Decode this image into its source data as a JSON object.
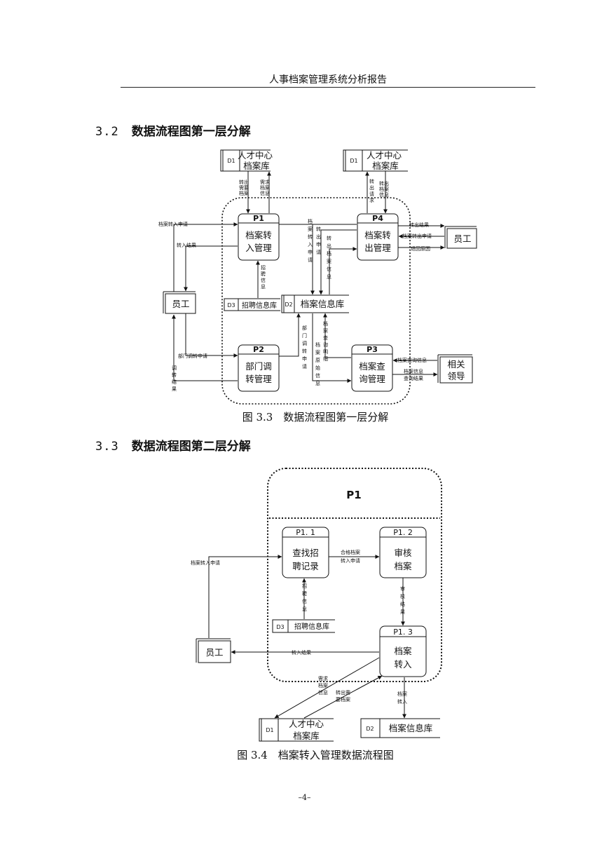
{
  "header": {
    "title": "人事档案管理系统分析报告"
  },
  "sections": [
    {
      "number": "3.2",
      "title": "数据流程图第一层分解"
    },
    {
      "number": "3.3",
      "title": "数据流程图第二层分解"
    }
  ],
  "figure1": {
    "caption": "图 3.3　数据流程图第一层分解",
    "processes": [
      {
        "id": "P1",
        "name_line1": "档案转",
        "name_line2": "入管理"
      },
      {
        "id": "P4",
        "name_line1": "档案转",
        "name_line2": "出管理"
      },
      {
        "id": "P2",
        "name_line1": "部门调",
        "name_line2": "转管理"
      },
      {
        "id": "P3",
        "name_line1": "档案查",
        "name_line2": "询管理"
      }
    ],
    "stores": {
      "d1_left": {
        "id": "D1",
        "line1": "人才中心",
        "line2": "档案库"
      },
      "d1_right": {
        "id": "D1",
        "line1": "人才中心",
        "line2": "档案库"
      },
      "d3": {
        "id": "D3",
        "name": "招聘信息库"
      },
      "d2": {
        "id": "D2",
        "name": "档案信息库"
      }
    },
    "entities": {
      "employee_left": "员工",
      "employee_right": "员工",
      "leader_line1": "相关",
      "leader_line2": "领导"
    },
    "flows": {
      "d1l_out": [
        "转",
        "出",
        "需",
        "要",
        "档",
        "案"
      ],
      "d1l_req": [
        "需",
        "求",
        "档",
        "案",
        "信",
        "息"
      ],
      "d1r_req": [
        "转",
        "出",
        "请",
        "求"
      ],
      "d1r_out": [
        "转",
        "出",
        "档",
        "案",
        "信",
        "息"
      ],
      "transfer_in_request": "档案转入申请",
      "transfer_in_result": "转入结果",
      "recruit_info": [
        "招",
        "聘",
        "信",
        "息"
      ],
      "archive_in_request": [
        "档",
        "案",
        "转",
        "入",
        "申",
        "请"
      ],
      "transfer_out_request": [
        "转",
        "出",
        "申",
        "请"
      ],
      "transfer_out_info": [
        "转",
        "出",
        "档",
        "案",
        "信",
        "息"
      ],
      "transfer_out_result": "转出结果",
      "archive_out_request": "档案转出申请",
      "return_reason": "退回原因",
      "dept_transfer_request": "部门调转申请",
      "transfer_result": [
        "调",
        "转",
        "结",
        "果"
      ],
      "dept_request_vertical": [
        "部",
        "门",
        "调",
        "转",
        "申",
        "请"
      ],
      "query_detail": [
        "档",
        "案",
        "查",
        "询",
        "明",
        "细"
      ],
      "archive_raw_info": [
        "档",
        "案",
        "原",
        "始",
        "信",
        "息"
      ],
      "query_info": "档案查询信息",
      "query_result_1": "档案信息",
      "query_result_2": "查询结果"
    }
  },
  "figure2": {
    "caption": "图 3.4　档案转入管理数据流程图",
    "outer_title": "P1",
    "processes": [
      {
        "id": "P1. 1",
        "name_line1": "查找招",
        "name_line2": "聘记录"
      },
      {
        "id": "P1. 2",
        "name_line1": "审核",
        "name_line2": "档案"
      },
      {
        "id": "P1. 3",
        "name_line1": "档案",
        "name_line2": "转入"
      }
    ],
    "stores": {
      "d3": {
        "id": "D3",
        "name": "招聘信息库"
      },
      "d1": {
        "id": "D1",
        "line1": "人才中心",
        "line2": "档案库"
      },
      "d2": {
        "id": "D2",
        "name": "档案信息库"
      }
    },
    "entities": {
      "employee": "员工"
    },
    "flows": {
      "transfer_in_request": "档案转入申请",
      "qualified_1": "合格档案",
      "qualified_2": "转入申请",
      "recruit_info": [
        "招",
        "聘",
        "信",
        "息"
      ],
      "audit_result": [
        "审",
        "核",
        "结",
        "果"
      ],
      "transfer_in_result": "转入结果",
      "need_info": [
        "需求",
        "档案",
        "信息"
      ],
      "out_need_1": "转出需",
      "out_need_2": "要档案",
      "archive_in": [
        "档案",
        "转入"
      ]
    }
  },
  "page_number": "–4–"
}
